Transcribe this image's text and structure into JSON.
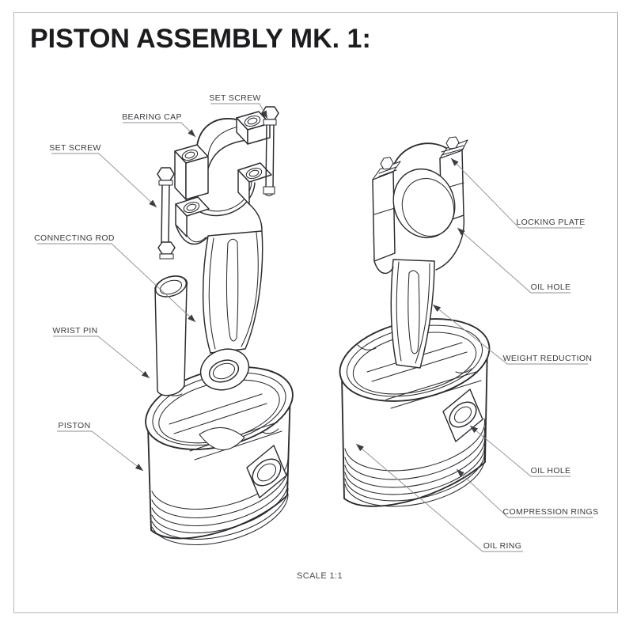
{
  "page": {
    "title": "PISTON ASSEMBLY MK. 1:",
    "scale_note": "SCALE 1:1"
  },
  "callouts": [
    {
      "id": "set-screw-top",
      "text": "SET SCREW"
    },
    {
      "id": "bearing-cap",
      "text": "BEARING CAP"
    },
    {
      "id": "set-screw-left",
      "text": "SET SCREW"
    },
    {
      "id": "connecting-rod",
      "text": "CONNECTING ROD"
    },
    {
      "id": "wrist-pin",
      "text": "WRIST PIN"
    },
    {
      "id": "piston",
      "text": "PISTON"
    },
    {
      "id": "locking-plate",
      "text": "LOCKING PLATE"
    },
    {
      "id": "oil-hole-upper",
      "text": "OIL HOLE"
    },
    {
      "id": "weight-reduction",
      "text": "WEIGHT REDUCTION"
    },
    {
      "id": "oil-hole-lower",
      "text": "OIL HOLE"
    },
    {
      "id": "compression-rings",
      "text": "COMPRESSION RINGS"
    },
    {
      "id": "oil-ring",
      "text": "OIL RING"
    }
  ],
  "colors": {
    "ink": "#2b2b30",
    "leader": "#8f8f96",
    "label": "#3a3a40",
    "border": "#b7b7bb",
    "background": "#ffffff",
    "title": "#1c1c1f",
    "arrow": "#3c3c42"
  }
}
